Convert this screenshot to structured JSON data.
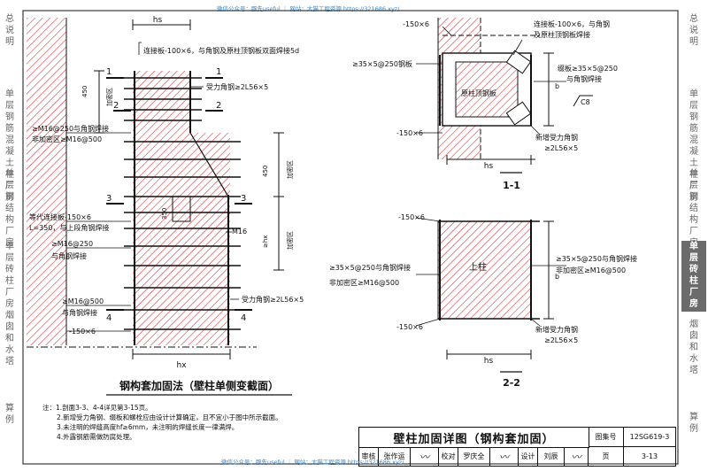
{
  "watermarks": {
    "top": "微信公众号：豚先useful ｜ 网站：大猫工程资源 https://321686.xyz/",
    "bottom": "微信公众号：豚先useful ｜ 网站：大猫工程资源 https://321686.xyz/"
  },
  "left_sidebar": [
    {
      "label": "总说明"
    },
    {
      "label": "单层钢筋混凝土柱厂房"
    },
    {
      "label": "单层钢结构厂房"
    },
    {
      "label": "单层砖柱厂房",
      "active": true
    },
    {
      "label": "烟囱和水塔"
    },
    {
      "label": "算例"
    }
  ],
  "right_sidebar": [
    {
      "label": "总说明"
    },
    {
      "label": "单层钢筋混凝土柱厂房"
    },
    {
      "label": "单层钢结构厂房"
    },
    {
      "label": "单层砖柱厂房",
      "active": true
    },
    {
      "label": "烟囱和水塔"
    },
    {
      "label": "算例"
    }
  ],
  "elevation": {
    "dim_hs": "hs",
    "dim_hx": "hx",
    "dim_450_top": "450",
    "dense_zone": "加密区",
    "dim_450_mid": "450",
    "dense_zone_mid": "加密区",
    "dim_ge_hx": "≥hx",
    "dense_zone_low": "加密区",
    "dim_350": "350",
    "label_connect_plate": "连接板-100×6，与角钢及原柱顶钢板双面焊接5d",
    "label_main_angle_top": "受力角钢≥2L56×5",
    "label_m16_250": "≥M16@250与角钢焊接",
    "label_non_dense_m16_500": "非加密区≥M16@500",
    "label_equal_plate": "等代连接板-150×6",
    "label_l350": "L=350，与上段角钢焊接",
    "label_m16_250_b": "≥M16@250",
    "label_weld_b": "与角钢焊接",
    "label_m16": "M16",
    "label_main_angle_low": "受力角钢≥2L56×5",
    "label_m16_500_c": "≥M16@500",
    "label_weld_c": "与角钢焊接",
    "label_plate_150": "-150×6",
    "mark_1": "1",
    "mark_2": "2",
    "mark_3": "3",
    "mark_4": "4",
    "caption": "钢构套加固法（壁柱单侧变截面）"
  },
  "section_11": {
    "plate_top": "-150×6",
    "connect_plate": "连接板-100×6，与角钢",
    "connect_plate_2": "及原柱顶钢板焊接",
    "batten": "≥35×5@250钢板",
    "top_plate": "原柱顶钢板",
    "strap": "缀板≥35×5@250",
    "strap_2": "与角钢焊接",
    "plate_bottom": "-150×6",
    "new_angle": "新增受力角钢",
    "new_angle_2": "≥2L56×5",
    "weld_c8": "C8",
    "dim_b": "b",
    "dim_hs": "hs",
    "label": "1-1"
  },
  "section_22": {
    "plate_top": "-150×6",
    "upper_column": "上柱",
    "m16_250": "≥35×5@250与角钢焊接",
    "non_dense": "非加密区≥M16@500",
    "batten_right": "≥35×5@250与角钢焊接",
    "non_dense_right": "非加密区≥M16@500",
    "plate_bottom": "-150×6",
    "new_angle": "新增受力角钢",
    "new_angle_2": "≥2L56×5",
    "dim_b": "b",
    "dim_hs": "hs",
    "label": "2-2"
  },
  "notes": [
    "注：1.剖面3-3、4-4详见第3-15页。",
    "2.新增受力角钢、缀板和螺栓应由设计计算确定，且不宜小于图中所示截面。",
    "3.未注明的焊缝高度hf≥6mm，未注明的焊缝长度一律满焊。",
    "4.外露钢筋需做防腐处理。"
  ],
  "title_block": {
    "title": "壁柱加固详图（钢构套加固）",
    "atlas_label": "图集号",
    "atlas_no": "12SG619-3",
    "review_label": "审核",
    "reviewer": "张作运",
    "check_label": "校对",
    "checker": "罗庆全",
    "design_label": "设计",
    "designer": "刘辰",
    "page_label": "页",
    "page_no": "3-13"
  },
  "colors": {
    "hatch": "#d9363e",
    "line": "#111111",
    "active_tab": "#6b6b6b",
    "watermark": "#3a86c9"
  }
}
